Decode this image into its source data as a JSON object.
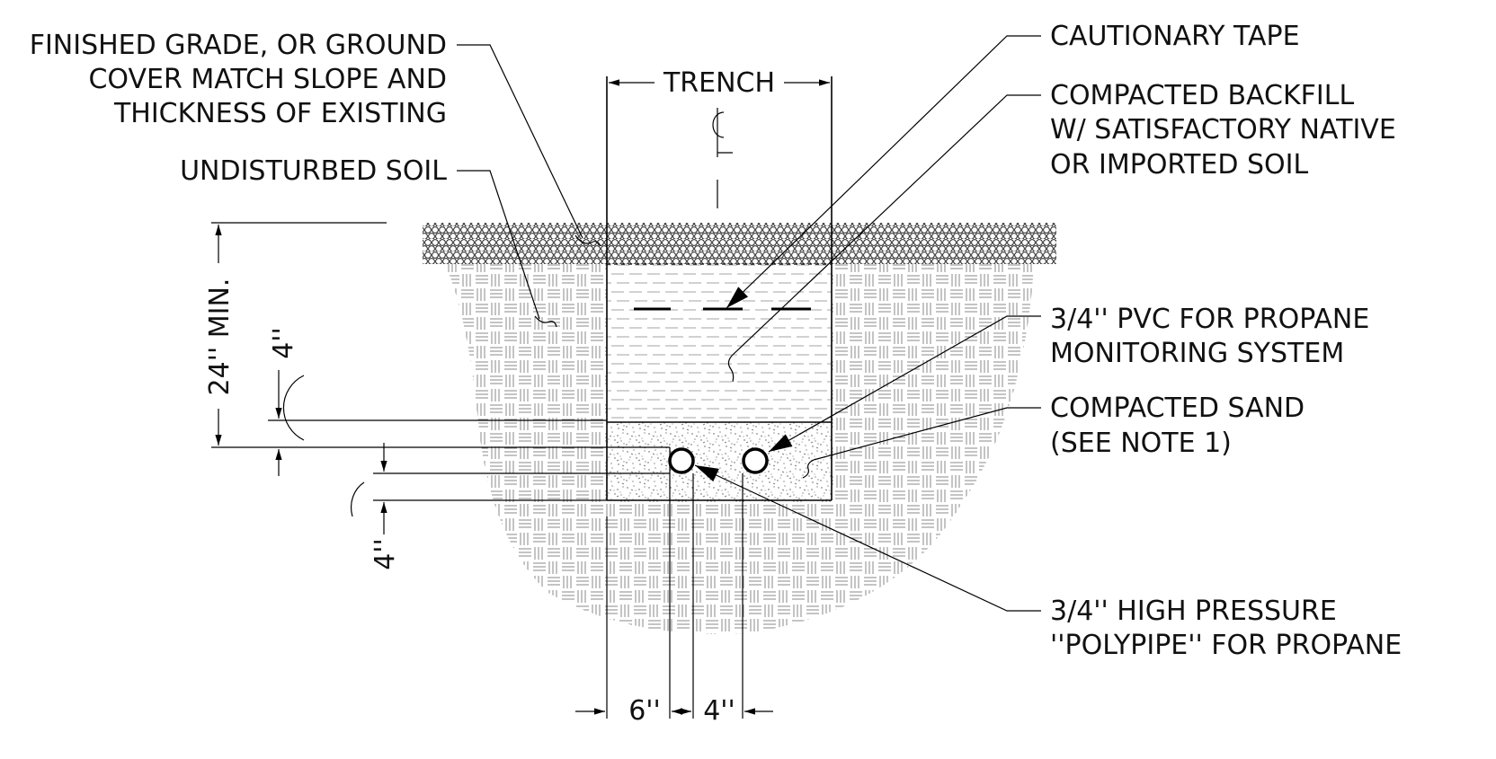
{
  "callouts": {
    "finished_grade": [
      "FINISHED GRADE, OR GROUND",
      "COVER MATCH SLOPE AND",
      "THICKNESS OF EXISTING"
    ],
    "undisturbed_soil": [
      "UNDISTURBED SOIL"
    ],
    "cautionary_tape": [
      "CAUTIONARY TAPE"
    ],
    "compacted_backfill": [
      "COMPACTED BACKFILL",
      "W/ SATISFACTORY NATIVE",
      "OR IMPORTED SOIL"
    ],
    "pvc": [
      "3/4'' PVC FOR PROPANE",
      "MONITORING SYSTEM"
    ],
    "compacted_sand": [
      "COMPACTED SAND",
      "(SEE NOTE 1)"
    ],
    "polypipe": [
      "3/4'' HIGH PRESSURE",
      "''POLYPIPE'' FOR PROPANE"
    ]
  },
  "dimensions": {
    "trench": "TRENCH",
    "depth": "24'' MIN.",
    "sand_top": "4''",
    "sand_bottom": "4''",
    "offset_left": "6''",
    "pipe_spacing": "4''"
  },
  "symbols": {
    "centerline": "centerline-symbol"
  }
}
